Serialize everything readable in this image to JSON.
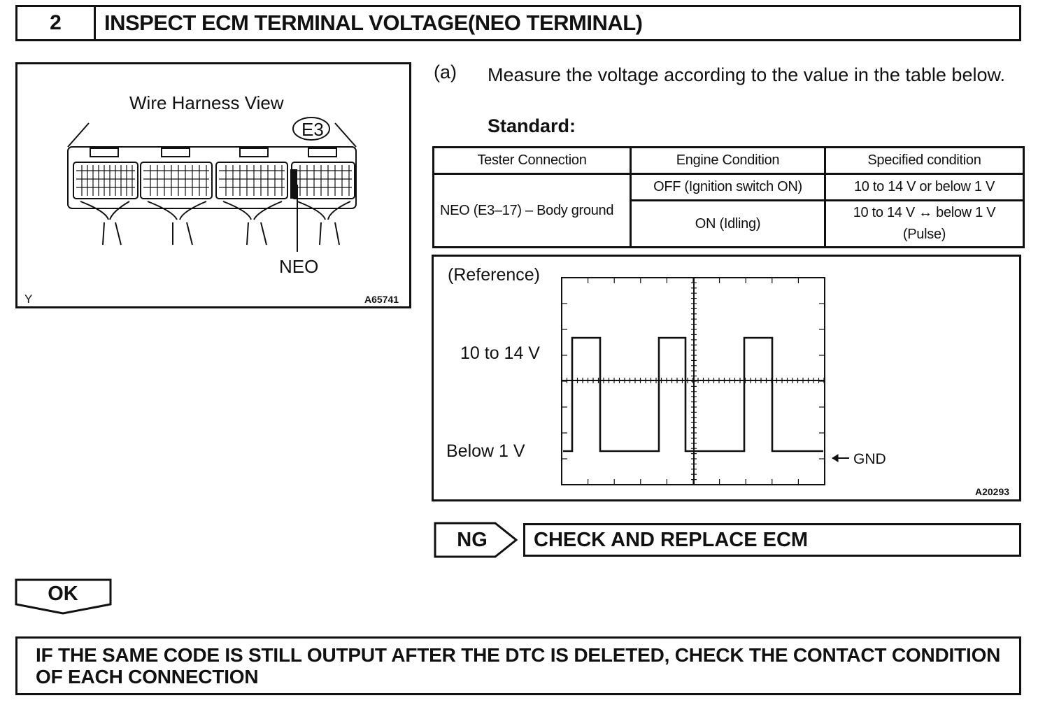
{
  "step": {
    "number": "2",
    "title": "INSPECT ECM TERMINAL VOLTAGE(NEO TERMINAL)"
  },
  "figure": {
    "view_label": "Wire Harness View",
    "connector_id": "E3",
    "terminal_label": "NEO",
    "corner_code": "Y",
    "figure_id": "A65741"
  },
  "instruction": {
    "marker": "(a)",
    "text": "Measure the voltage according to the value in the table below.",
    "standard_label": "Standard:"
  },
  "spec_table": {
    "headers": [
      "Tester Connection",
      "Engine Condition",
      "Specified condition"
    ],
    "tester_connection": "NEO (E3–17) – Body ground",
    "rows": [
      {
        "engine_condition": "OFF (Ignition switch ON)",
        "specified": "10 to 14 V or below 1 V",
        "specified_note": ""
      },
      {
        "engine_condition": "ON (Idling)",
        "specified": "10 to 14 V ↔ below 1 V",
        "specified_note": "(Pulse)"
      }
    ]
  },
  "waveform": {
    "reference_label": "(Reference)",
    "high_label": "10 to 14 V",
    "low_label": "Below 1 V",
    "gnd_label": "GND",
    "figure_id": "A20293"
  },
  "result_ng": {
    "label": "NG",
    "action": "CHECK AND REPLACE ECM"
  },
  "result_ok": {
    "label": "OK"
  },
  "final_text": "IF THE SAME CODE IS STILL OUTPUT AFTER THE DTC IS DELETED, CHECK THE CONTACT CONDITION OF EACH CONNECTION"
}
